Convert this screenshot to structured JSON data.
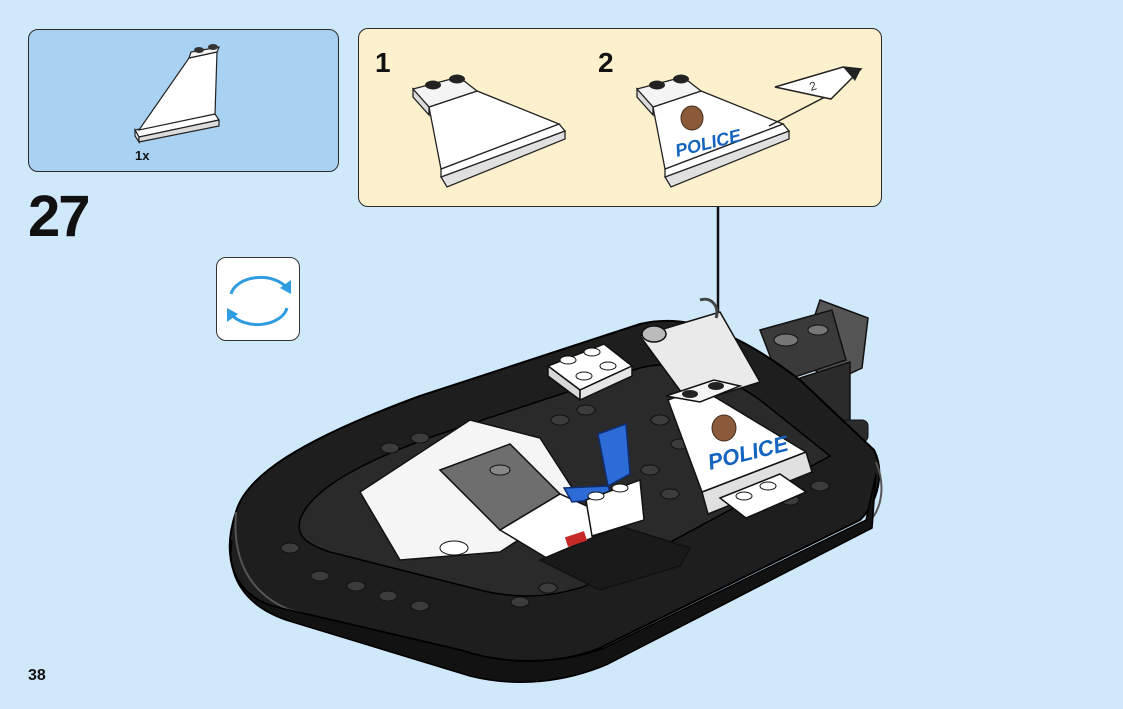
{
  "parts_callout": {
    "quantity": "1x"
  },
  "step": {
    "number": "27"
  },
  "substeps": [
    {
      "number": "1"
    },
    {
      "number": "2",
      "sticker_number": "2"
    }
  ],
  "sticker_text": "POLICE",
  "page": {
    "number": "38"
  },
  "icons": {
    "rotate": "rotate-model-icon",
    "arrow": "placement-arrow-icon"
  },
  "colors": {
    "background": "#cfe8fa",
    "parts_box": "#a9d2f2",
    "substep_box": "#fdf0cd",
    "police_blue": "#1565c0",
    "hull": "#1e1e1e",
    "seat": "#2d6bd6"
  }
}
